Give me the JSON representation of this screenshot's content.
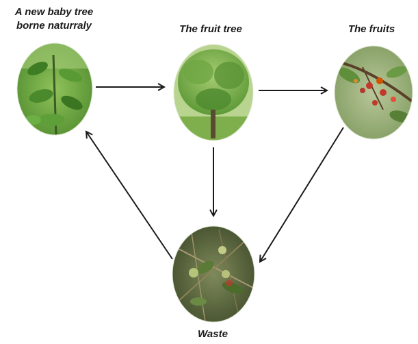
{
  "diagram": {
    "nodes": [
      {
        "id": "baby-tree",
        "label_lines": [
          "A new baby tree",
          "borne naturraly"
        ],
        "image": "young-sapling-photo"
      },
      {
        "id": "fruit-tree",
        "label_lines": [
          "The fruit tree"
        ],
        "image": "tree-photo"
      },
      {
        "id": "fruits",
        "label_lines": [
          "The fruits"
        ],
        "image": "cherries-on-branch-photo"
      },
      {
        "id": "waste",
        "label_lines": [
          "Waste"
        ],
        "image": "fallen-fruit-litter-photo"
      }
    ],
    "edges": [
      {
        "from": "baby-tree",
        "to": "fruit-tree"
      },
      {
        "from": "fruit-tree",
        "to": "fruits"
      },
      {
        "from": "fruit-tree",
        "to": "waste"
      },
      {
        "from": "fruits",
        "to": "waste"
      },
      {
        "from": "waste",
        "to": "baby-tree"
      }
    ]
  },
  "colors": {
    "arrow": "#1a1a1a",
    "label": "#1a1a1a",
    "foliage_light": "#9cc46a",
    "foliage_dark": "#4f8a2e",
    "cherry": "#c0392b",
    "litter": "#6b5a3c"
  }
}
